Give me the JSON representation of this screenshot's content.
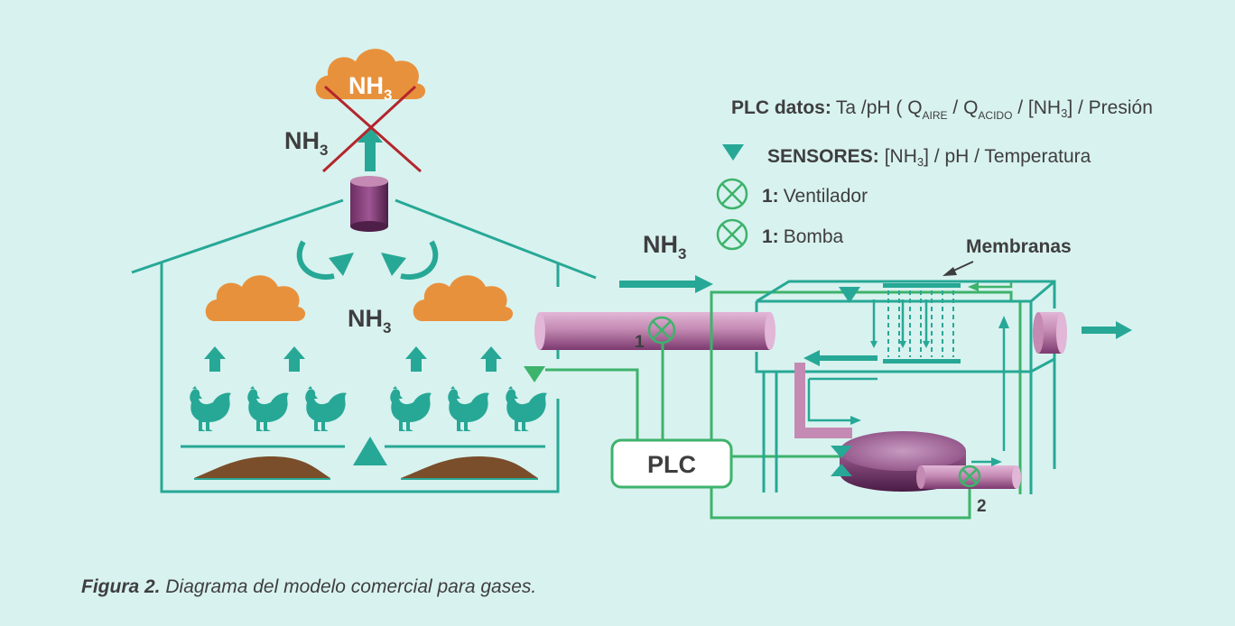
{
  "colors": {
    "background": "#d8f2ef",
    "teal": "#27a896",
    "green": "#3db36b",
    "orange": "#e8913c",
    "purple": "#8a3f7e",
    "brown": "#7a4e2a",
    "text": "#3e3e3e",
    "cross": "#b3262c"
  },
  "gas": {
    "symbol": "NH",
    "subscript": "3"
  },
  "legend": {
    "plc_label": "PLC datos:",
    "plc_ta": "Ta /pH ( Q",
    "plc_aire": "AIRE",
    "plc_sep": " / Q",
    "plc_acido": "ACIDO",
    "plc_nh_open": " / [NH",
    "plc_nh_sub": "3",
    "plc_rest": "] / Presión",
    "sensores_label": "SENSORES:",
    "sensores_open": "[NH",
    "sensores_sub": "3",
    "sensores_rest": "] / pH / Temperatura",
    "item1_num": "1:",
    "item1_text": "Ventilador",
    "item2_num": "1:",
    "item2_text": "Bomba"
  },
  "labels": {
    "membranas": "Membranas",
    "plc": "PLC",
    "fan_number": "1",
    "pump_number": "2"
  },
  "caption": {
    "bold": "Figura 2.",
    "text": " Diagrama del modelo comercial para gases."
  },
  "icons": [
    "cloud-icon",
    "chicken-icon",
    "arrow-icon",
    "sensor-triangle-icon",
    "valve-icon",
    "cross-out-icon"
  ]
}
